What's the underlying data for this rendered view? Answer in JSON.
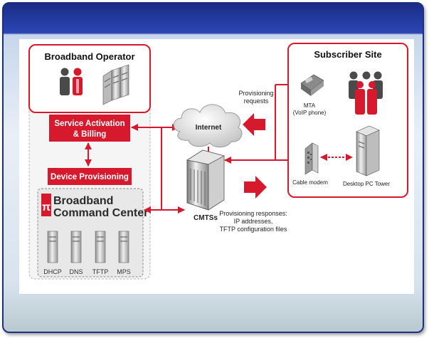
{
  "slide": {
    "title": ""
  },
  "operator": {
    "title": "Broadband Operator",
    "service_box": [
      "Service Activation",
      "& Billing"
    ],
    "provisioning_box": "Device Provisioning",
    "command_center": [
      "Broadband",
      "Command Center"
    ],
    "servers": [
      "DHCP",
      "DNS",
      "TFTP",
      "MPS"
    ]
  },
  "network": {
    "internet": "Internet",
    "cmts": "CMTSs",
    "requests": [
      "Provisioning",
      "requests"
    ],
    "responses": [
      "Provisioning responses:",
      "IP addresses,",
      "TFTP configuration files"
    ]
  },
  "subscriber": {
    "title": "Subscriber Site",
    "mta": [
      "MTA",
      "(VoIP phone)"
    ],
    "modem": "Cable modem",
    "pc": "Desktop PC Tower"
  },
  "colors": {
    "accent_red": "#d7192d",
    "frame_blue": "#1c2f86",
    "dark_gray": "#3a3a3a"
  }
}
